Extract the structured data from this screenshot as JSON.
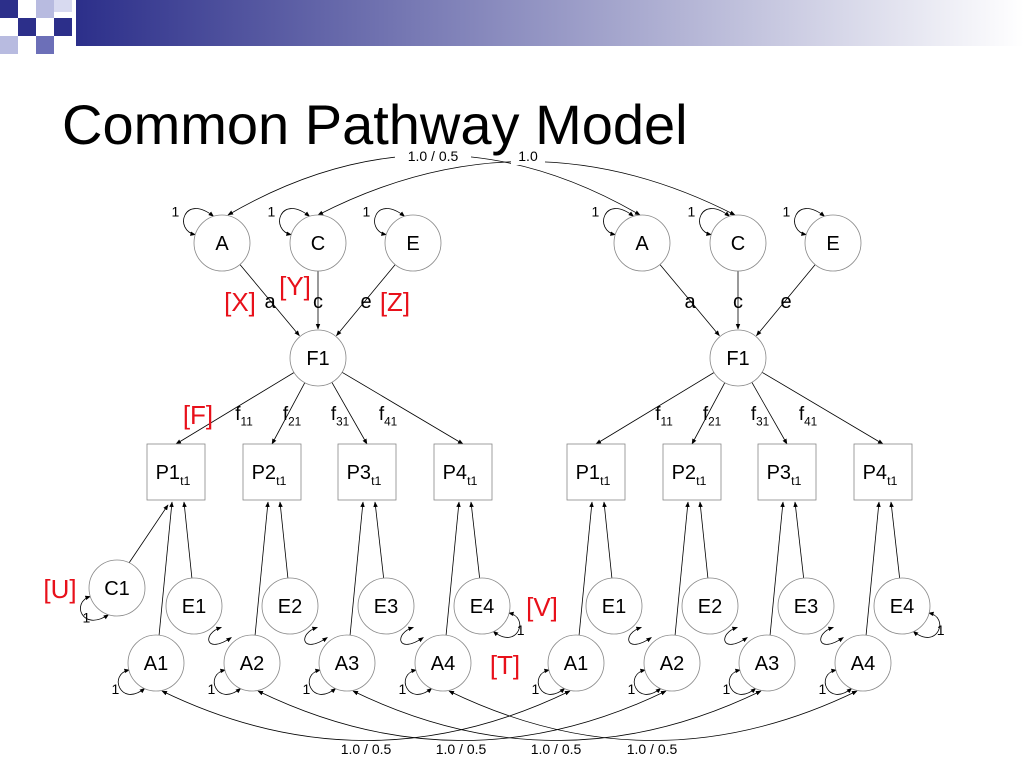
{
  "slide": {
    "title": "Common Pathway Model",
    "accent_color": "#2c2f8a",
    "annotation_color": "#e8101a"
  },
  "twins": [
    {
      "latent": {
        "A": "A",
        "C": "C",
        "E": "E",
        "F": "F1"
      },
      "paths": {
        "a": "a",
        "c": "c",
        "e": "e"
      },
      "variance_one": "1",
      "loadings": [
        {
          "base": "f",
          "sub": "11"
        },
        {
          "base": "f",
          "sub": "21"
        },
        {
          "base": "f",
          "sub": "31"
        },
        {
          "base": "f",
          "sub": "41"
        }
      ],
      "phenotypes": [
        {
          "base": "P1",
          "sub": "t1"
        },
        {
          "base": "P2",
          "sub": "t1"
        },
        {
          "base": "P3",
          "sub": "t1"
        },
        {
          "base": "P4",
          "sub": "t1"
        }
      ],
      "specific_A": [
        "A1",
        "A2",
        "A3",
        "A4"
      ],
      "specific_E": [
        "E1",
        "E2",
        "E3",
        "E4"
      ]
    },
    {
      "latent": {
        "A": "A",
        "C": "C",
        "E": "E",
        "F": "F1"
      },
      "paths": {
        "a": "a",
        "c": "c",
        "e": "e"
      },
      "variance_one": "1",
      "loadings": [
        {
          "base": "f",
          "sub": "11"
        },
        {
          "base": "f",
          "sub": "21"
        },
        {
          "base": "f",
          "sub": "31"
        },
        {
          "base": "f",
          "sub": "41"
        }
      ],
      "phenotypes": [
        {
          "base": "P1",
          "sub": "t1"
        },
        {
          "base": "P2",
          "sub": "t1"
        },
        {
          "base": "P3",
          "sub": "t1"
        },
        {
          "base": "P4",
          "sub": "t1"
        }
      ],
      "specific_A": [
        "A1",
        "A2",
        "A3",
        "A4"
      ],
      "specific_E": [
        "E1",
        "E2",
        "E3",
        "E4"
      ]
    }
  ],
  "specific_C": "C1",
  "correlations": {
    "common_A": "1.0 / 0.5",
    "common_C": "1.0",
    "specific_A": [
      "1.0 / 0.5",
      "1.0 / 0.5",
      "1.0 / 0.5",
      "1.0 / 0.5"
    ]
  },
  "annotations": {
    "X": "[X]",
    "Y": "[Y]",
    "Z": "[Z]",
    "F": "[F]",
    "U": "[U]",
    "V": "[V]",
    "T": "[T]"
  }
}
